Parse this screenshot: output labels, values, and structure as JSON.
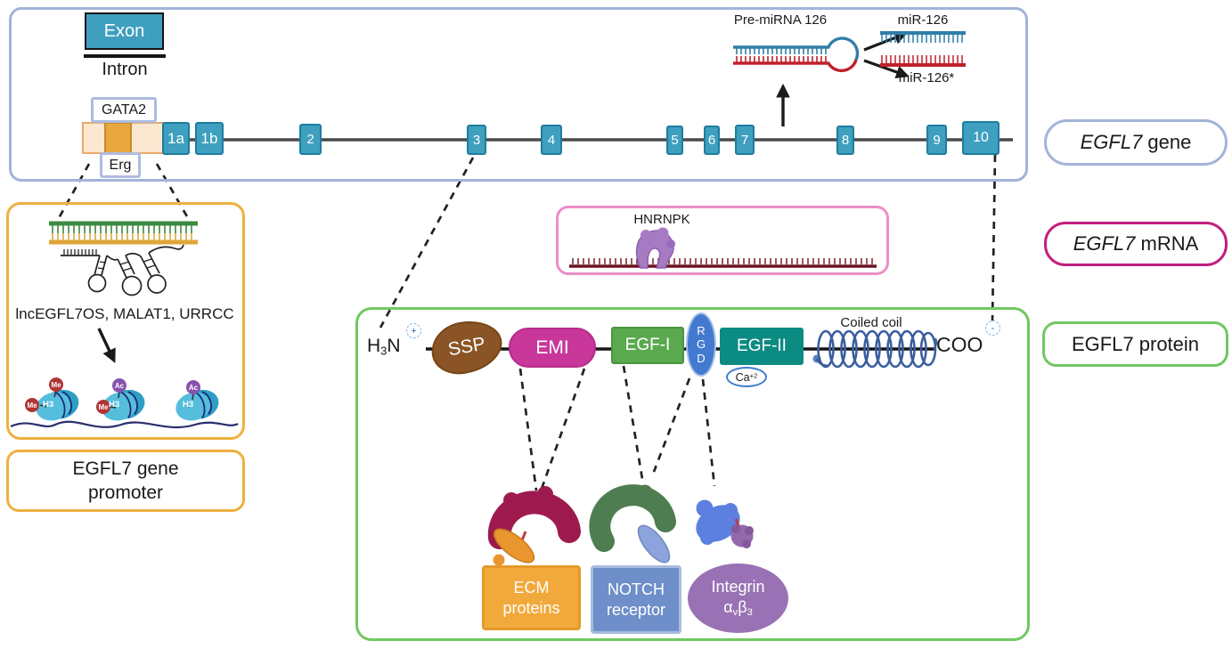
{
  "colors": {
    "gene_box_border": "#A3B3D9",
    "exon_fill": "#3E9FBE",
    "exon_border": "#1E7D9E",
    "promoter_peach": "#FCE8D0",
    "promoter_orange": "#E9A83F",
    "yellow_border": "#EFB040",
    "mrna_label_border": "#C21F7E",
    "hnrnpk_box_border": "#EC8EC8",
    "protein_box_border": "#70C861",
    "mir_blue": "#2E7FA8",
    "mir_red": "#C0202A",
    "ssp_brown": "#8A5426",
    "emi_magenta": "#C9379B",
    "egf1_green": "#5AA94F",
    "rgd_blue": "#4379CF",
    "egf2_teal": "#0C8B82",
    "coil_blue": "#3A5F9F",
    "ecm_orange": "#F2A93B",
    "notch_blue": "#6E8FC9",
    "integrin_purple": "#9872B4",
    "me_red": "#B03433",
    "ac_purple": "#8852B0",
    "nucleosome_teal": "#55BEDC"
  },
  "legend": {
    "exon": "Exon",
    "intron": "Intron"
  },
  "gene": {
    "label_italic": "EGFL7",
    "label_rest": " gene",
    "gata2": "GATA2",
    "erg": "Erg",
    "exons": [
      {
        "label": "1a"
      },
      {
        "label": "1b"
      },
      {
        "label": "2"
      },
      {
        "label": "3"
      },
      {
        "label": "4"
      },
      {
        "label": "5"
      },
      {
        "label": "6"
      },
      {
        "label": "7"
      },
      {
        "label": "8"
      },
      {
        "label": "9"
      },
      {
        "label": "10"
      }
    ]
  },
  "mirna": {
    "pre_label": "Pre-miRNA 126",
    "mir126": "miR-126",
    "mir126_star": "miR-126*"
  },
  "promoter_panel": {
    "lncrna_list": "lncEGFL7OS, MALAT1, URRCC",
    "title": "EGFL7 gene promoter",
    "histone_label": "H3",
    "me": "Me",
    "ac": "Ac"
  },
  "mrna_panel": {
    "label_italic": "EGFL7",
    "label_rest": " mRNA",
    "rbp": "HNRNPK"
  },
  "protein": {
    "label": "EGFL7 protein",
    "n_terminus": {
      "h": "H",
      "sub": "3",
      "n": "N",
      "charge": "+"
    },
    "ssp": "SSP",
    "emi": "EMI",
    "egf1": "EGF-I",
    "rgd": {
      "r": "R",
      "g": "G",
      "d": "D"
    },
    "egf2": "EGF-II",
    "calcium": {
      "base": "Ca",
      "sup": "+2"
    },
    "coiled_coil": "Coiled coil",
    "c_terminus": "COO",
    "c_charge": "-",
    "ecm_label": "ECM proteins",
    "notch_label": "NOTCH receptor",
    "integrin": {
      "line1": "Integrin",
      "alpha": "α",
      "v": "v",
      "beta": "β",
      "three": "3"
    }
  }
}
